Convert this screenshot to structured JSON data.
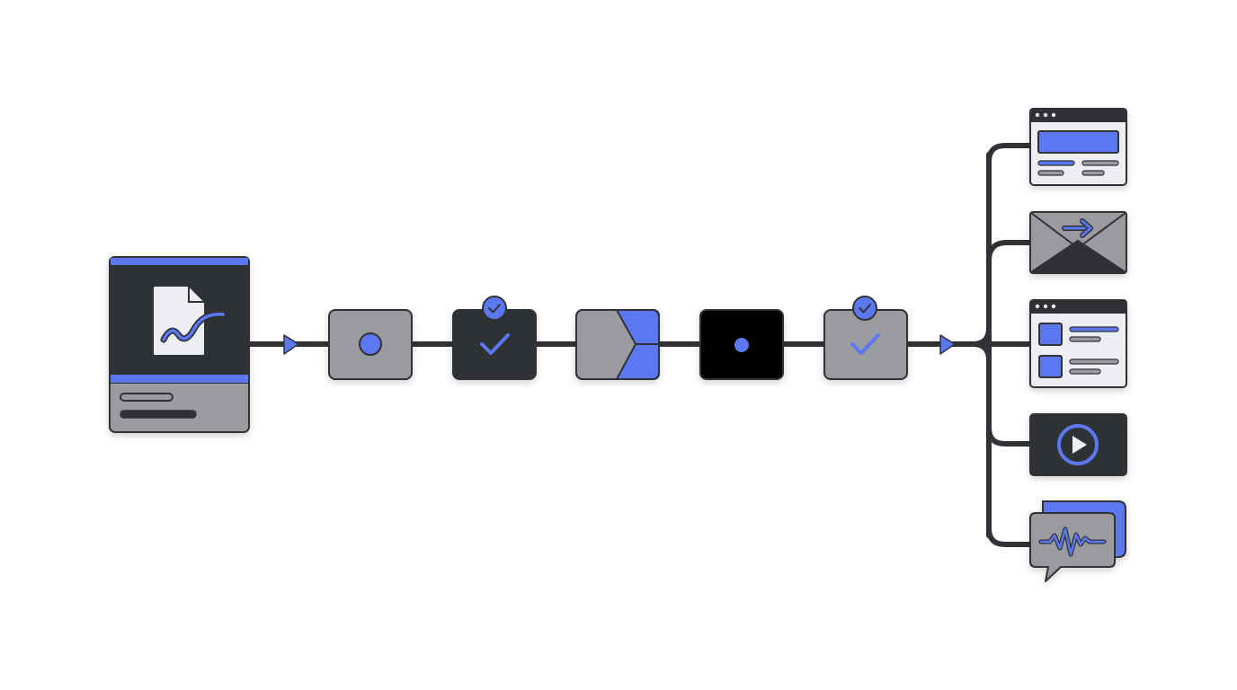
{
  "diagram": {
    "type": "pipeline-flowchart",
    "source": {
      "icon": "document-with-signature-icon",
      "text_lines": 2
    },
    "stages": [
      {
        "id": "stage-1",
        "icon": "dot-icon"
      },
      {
        "id": "stage-2",
        "icon": "checkmark-badge-icon"
      },
      {
        "id": "stage-3",
        "icon": "chevron-split-icon"
      },
      {
        "id": "stage-4",
        "icon": "dot-icon"
      },
      {
        "id": "stage-5",
        "icon": "checkmark-badge-icon"
      }
    ],
    "outputs": [
      {
        "id": "output-web-page",
        "icon": "browser-window-icon"
      },
      {
        "id": "output-email",
        "icon": "envelope-arrow-icon"
      },
      {
        "id": "output-dashboard",
        "icon": "browser-list-icon"
      },
      {
        "id": "output-video",
        "icon": "play-button-icon"
      },
      {
        "id": "output-audio-message",
        "icon": "waveform-chat-icon"
      }
    ],
    "colors": {
      "accent": "#5b78f0",
      "dark": "#2e3035",
      "gray": "#9a9b9f",
      "light": "#eceef2",
      "black": "#000000",
      "line": "#303236"
    }
  }
}
